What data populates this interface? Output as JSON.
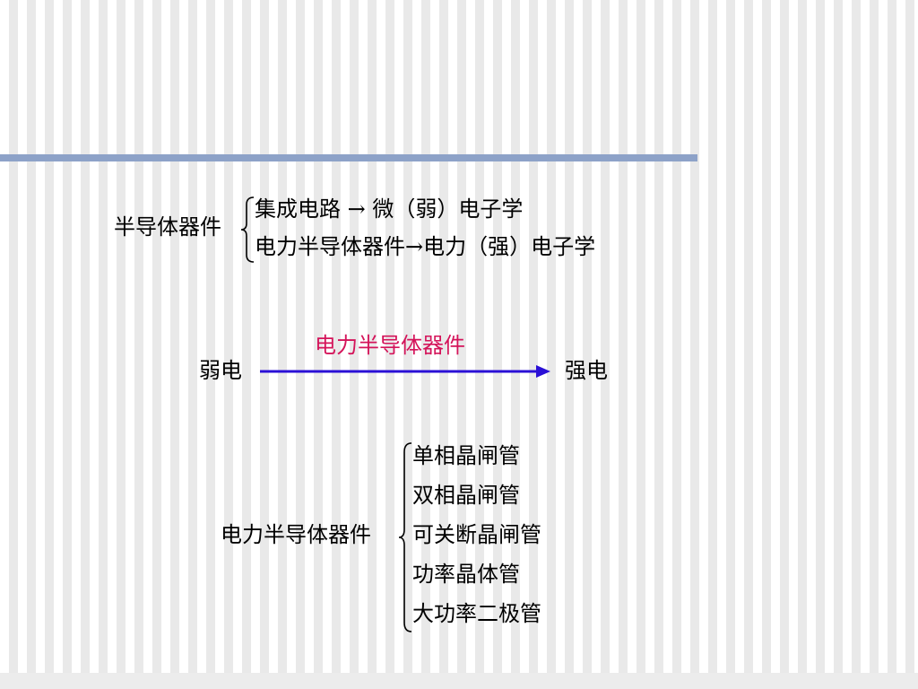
{
  "section1": {
    "root": "半导体器件",
    "branches": [
      {
        "left": "集成电路",
        "arrow": "→",
        "right": "微（弱）电子学"
      },
      {
        "left": "电力半导体器件",
        "arrow": "→",
        "right": "电力（强）电子学"
      }
    ]
  },
  "section2": {
    "from": "弱电",
    "to": "强电",
    "arrow_label": "电力半导体器件",
    "arrow_color": "#2a10d6",
    "label_color": "#d4145a"
  },
  "section3": {
    "root": "电力半导体器件",
    "items": [
      "单相晶闸管",
      "双相晶闸管",
      "可关断晶闸管",
      "功率晶体管",
      "大功率二极管"
    ]
  },
  "colors": {
    "rule": "#8da2c8"
  }
}
